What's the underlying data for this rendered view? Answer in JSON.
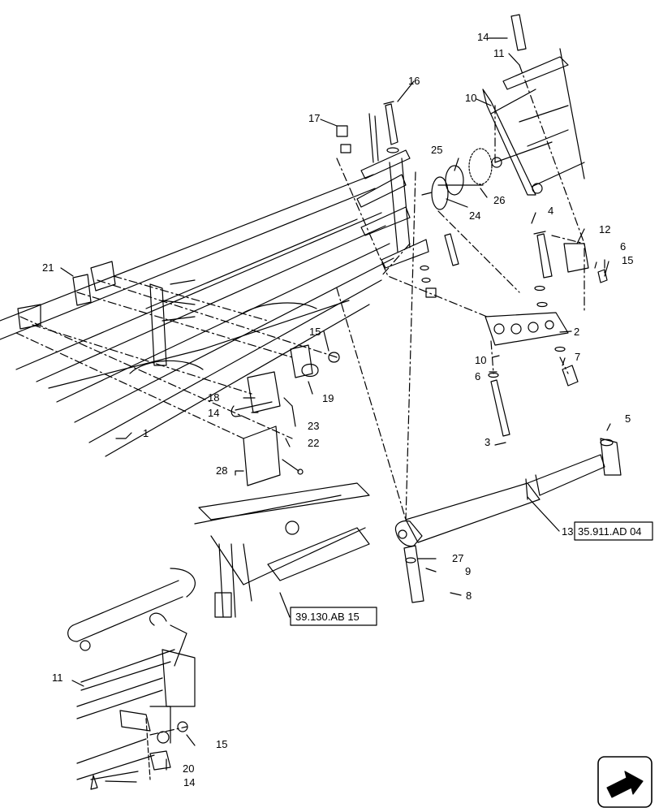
{
  "callouts": {
    "c1": "1",
    "c2": "2",
    "c3": "3",
    "c4": "4",
    "c5": "5",
    "c6a": "6",
    "c6b": "6",
    "c7": "7",
    "c8": "8",
    "c9": "9",
    "c10a": "10",
    "c10b": "10",
    "c11a": "11",
    "c11b": "11",
    "c12": "12",
    "c13": "13",
    "c14a": "14",
    "c14b": "14",
    "c14c": "14",
    "c15a": "15",
    "c15b": "15",
    "c15c": "15",
    "c16": "16",
    "c17": "17",
    "c18": "18",
    "c19": "19",
    "c20": "20",
    "c21": "21",
    "c22": "22",
    "c23": "23",
    "c24": "24",
    "c25": "25",
    "c26": "26",
    "c27": "27",
    "c28": "28"
  },
  "refs": {
    "cylinder_ref": "35.911.AD 04",
    "frame_ref": "39.130.AB 15"
  },
  "colors": {
    "line": "#000000",
    "background": "#ffffff"
  },
  "icons": {
    "nav": "arrow-icon"
  }
}
